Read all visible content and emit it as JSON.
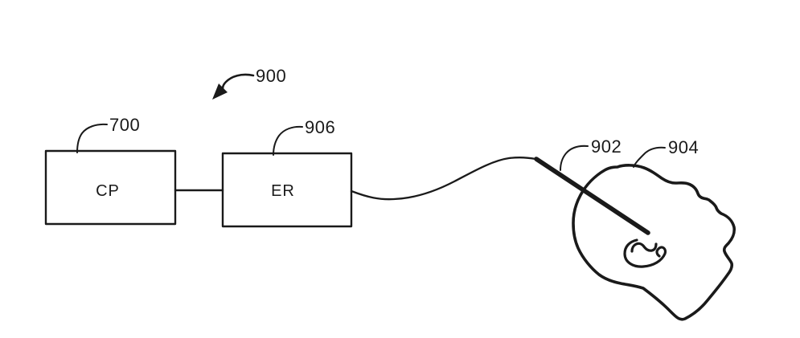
{
  "diagram": {
    "description": "Patent-style schematic of system 900: CP box connected to ER box, with a cable leading to a needle probe inserted into a head outline",
    "background_color": "#ffffff",
    "ink_color": "#1a1a1a",
    "labels": {
      "ref_900": "900",
      "ref_700": "700",
      "ref_906": "906",
      "ref_902": "902",
      "ref_904": "904",
      "box_cp": "CP",
      "box_er": "ER"
    }
  }
}
